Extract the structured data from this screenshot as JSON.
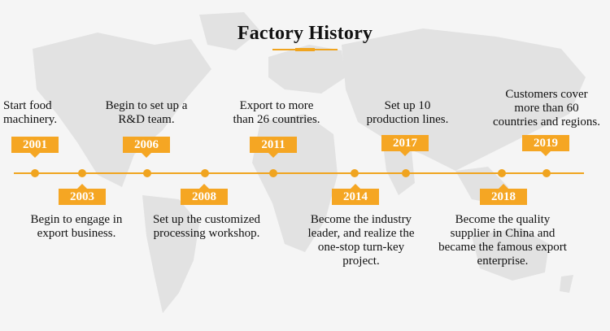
{
  "title": "Factory History",
  "accent_color": "#f5a623",
  "events": [
    {
      "year": "2001",
      "description": "Start food\nmachinery."
    },
    {
      "year": "2003",
      "description": "Begin to engage in\nexport business."
    },
    {
      "year": "2006",
      "description": "Begin to set up a\nR&D team."
    },
    {
      "year": "2008",
      "description": "Set up the customized\nprocessing workshop."
    },
    {
      "year": "2011",
      "description": "Export to more\nthan 26 countries."
    },
    {
      "year": "2014",
      "description": "Become the industry\nleader, and realize the\none-stop turn-key\nproject."
    },
    {
      "year": "2017",
      "description": "Set up 10\nproduction lines."
    },
    {
      "year": "2018",
      "description": "Become the quality\nsupplier in China and\nbecame the famous export\nenterprise."
    },
    {
      "year": "2019",
      "description": "Customers cover\nmore than 60\ncountries and regions."
    }
  ]
}
